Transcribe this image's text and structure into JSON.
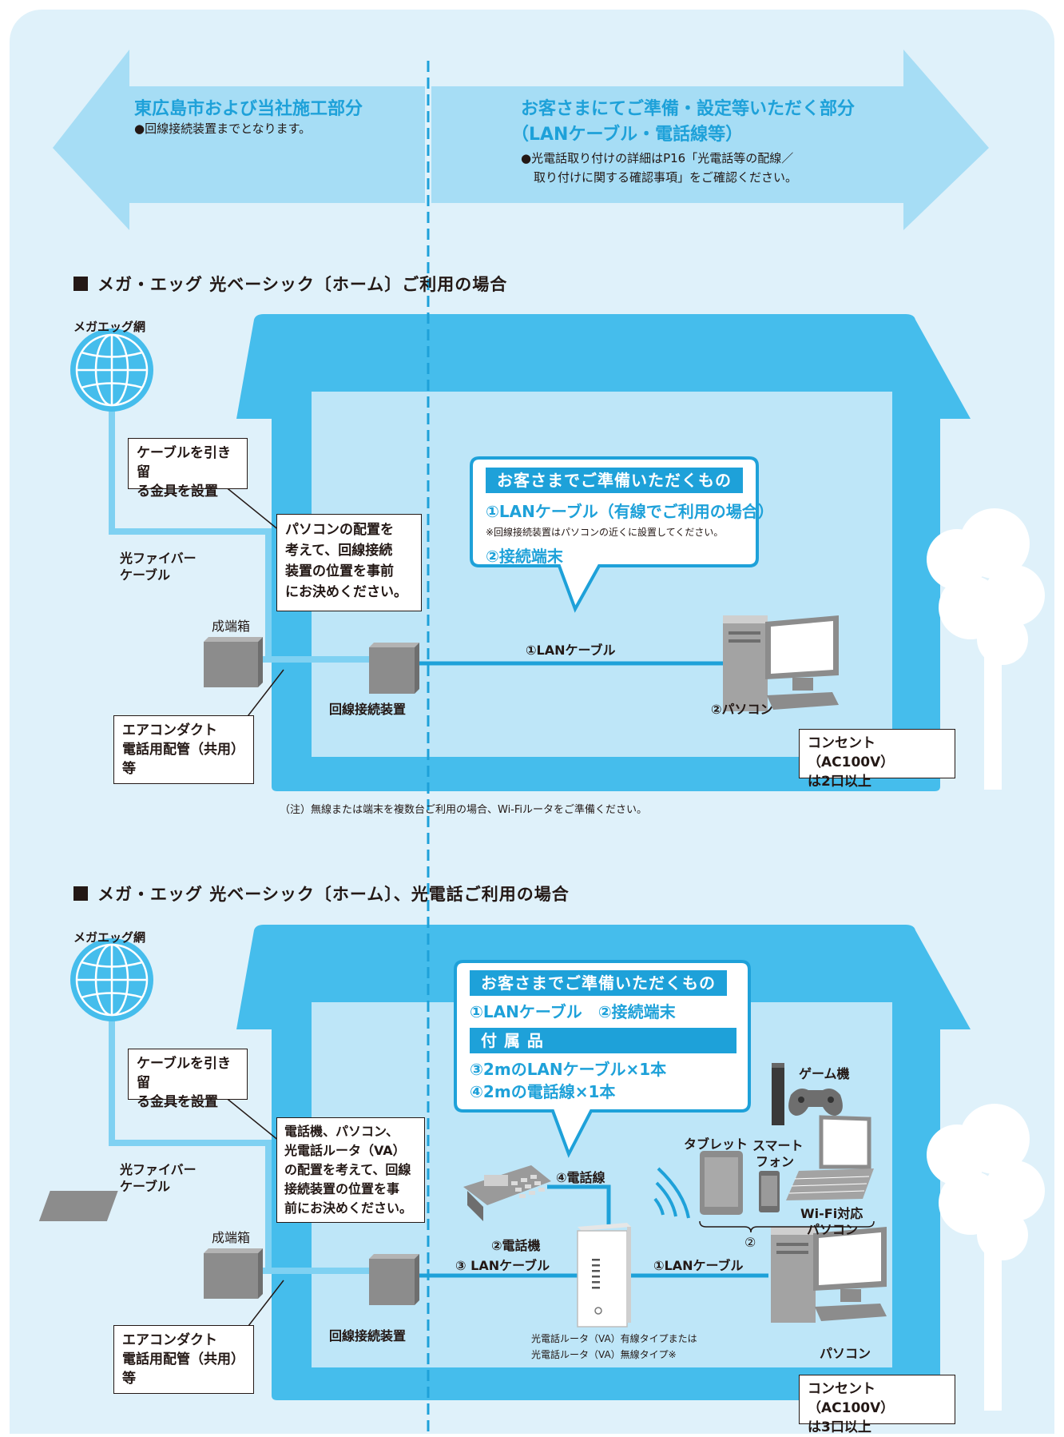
{
  "colors": {
    "accent": "#1ea1d9",
    "house": "#45bdec",
    "interior": "#bee6f8",
    "panel": "#dff1fa",
    "cable": "#7fd1f2",
    "arrow": "#a6ddf5",
    "device": "#8c8c8c"
  },
  "top_arrows": {
    "left": {
      "title": "東広島市および当社施工部分",
      "note": "●回線接続装置までとなります。"
    },
    "right": {
      "title_line1": "お客さまにてご準備・設定等いただく部分",
      "title_line2": "（LANケーブル・電話線等）",
      "note_line1": "●光電話取り付けの詳細はP16「光電話等の配線／",
      "note_line2": "取り付けに関する確認事項」をご確認ください。"
    }
  },
  "section1": {
    "heading": "メガ・エッグ 光ベーシック〔ホーム〕ご利用の場合",
    "network_label": "メガエッグ網",
    "cable_note_line1": "ケーブルを引き留",
    "cable_note_line2": "る金具を設置",
    "fiber_line1": "光ファイバー",
    "fiber_line2": "ケーブル",
    "termination_box": "成端箱",
    "placement_note": [
      "パソコンの配置を",
      "考えて、回線接続",
      "装置の位置を事前",
      "にお決めください。"
    ],
    "duct_note": [
      "エアコンダクト",
      "電話用配管（共用）",
      "等"
    ],
    "onu_label": "回線接続装置",
    "bubble_title": "お客さまでご準備いただくもの",
    "bubble_item1": "①LANケーブル（有線でご利用の場合）",
    "bubble_small": "※回線接続装置はパソコンの近くに設置してください。",
    "bubble_item2": "②接続端末",
    "lan_label": "①LANケーブル",
    "pc_label": "②パソコン",
    "outlet": [
      "コンセント（AC100V）",
      "は2口以上"
    ],
    "footnote": "（注）無線または端末を複数台ご利用の場合、Wi-Fiルータをご準備ください。"
  },
  "section2": {
    "heading": "メガ・エッグ 光ベーシック〔ホーム〕、光電話ご利用の場合",
    "network_label": "メガエッグ網",
    "cable_note_line1": "ケーブルを引き留",
    "cable_note_line2": "る金具を設置",
    "fiber_line1": "光ファイバー",
    "fiber_line2": "ケーブル",
    "termination_box": "成端箱",
    "placement_note": [
      "電話機、パソコン、",
      "光電話ルータ（VA）",
      "の配置を考えて、回線",
      "接続装置の位置を事",
      "前にお決めください。"
    ],
    "duct_note": [
      "エアコンダクト",
      "電話用配管（共用）",
      "等"
    ],
    "onu_label": "回線接続装置",
    "bubble_title": "お客さまでご準備いただくもの",
    "bubble_items": "①LANケーブル　②接続端末",
    "accessory_title": "付 属 品",
    "accessory_item1": "③2mのLANケーブル×1本",
    "accessory_item2": "④2mの電話線×1本",
    "game_label": "ゲーム機",
    "tablet_label": "タブレット",
    "smartphone_line1": "スマート",
    "smartphone_line2": "フォン",
    "wifi_pc_line1": "Wi-Fi対応",
    "wifi_pc_line2": "パソコン",
    "circle2": "②",
    "phone_line_label": "④電話線",
    "phone_label": "②電話機",
    "lan3_label": "③ LANケーブル",
    "lan1_label": "①LANケーブル",
    "router_line1": "光電話ルータ（VA）有線タイプまたは",
    "router_line2": "光電話ルータ（VA）無線タイプ※",
    "pc_label": "パソコン",
    "outlet": [
      "コンセント（AC100V）",
      "は3口以上"
    ]
  }
}
